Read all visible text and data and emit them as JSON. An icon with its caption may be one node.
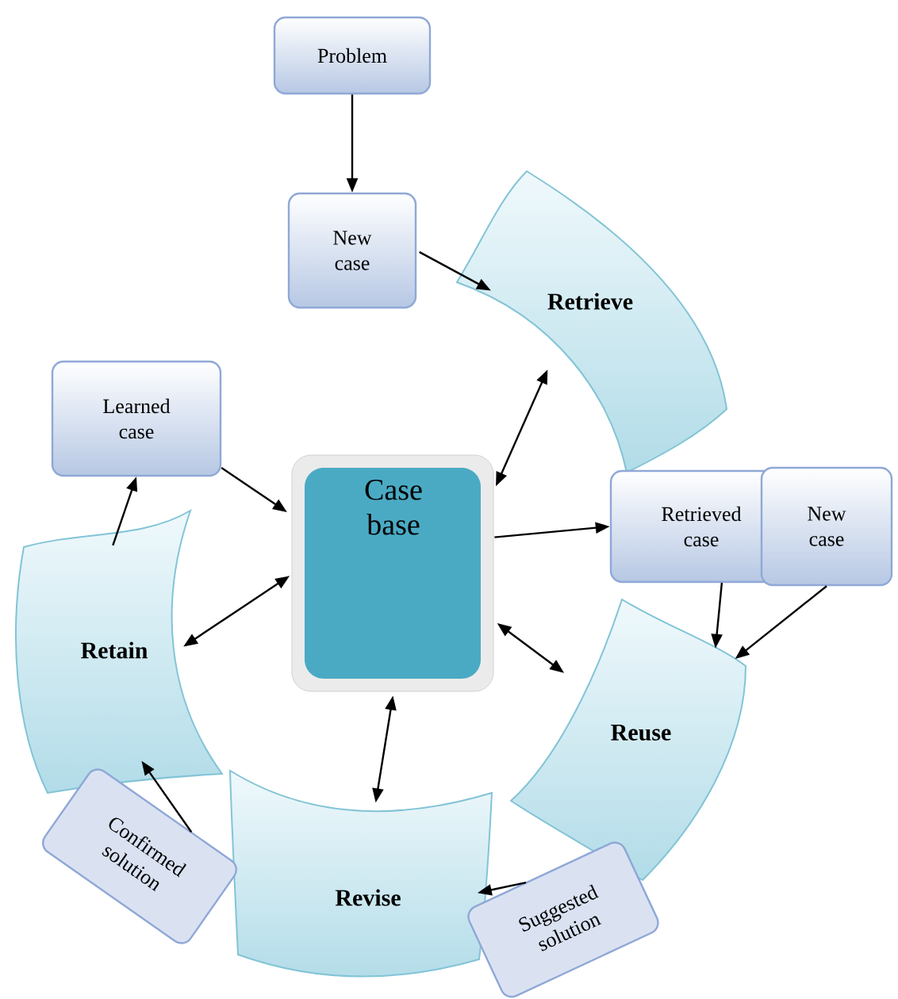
{
  "diagram": {
    "nodes": [
      {
        "text": [
          "Problem"
        ]
      },
      {
        "text": [
          "New case"
        ]
      },
      {
        "text": [
          "Retrieve"
        ]
      },
      {
        "text": [
          "Learned case"
        ]
      },
      {
        "text": [
          "Case base"
        ]
      },
      {
        "text": [
          "Retrieved case"
        ]
      },
      {
        "text": [
          "New case"
        ]
      },
      {
        "text": [
          "Retain"
        ]
      },
      {
        "text": [
          "Reuse"
        ]
      },
      {
        "text": [
          "Revise"
        ]
      },
      {
        "text": [
          "Confirmed solution"
        ]
      },
      {
        "text": [
          "Suggested solution"
        ]
      }
    ],
    "edges": [
      {
        "from": 0,
        "to": 1,
        "arrow": "to"
      },
      {
        "from": 1,
        "to": 2,
        "arrow": "to"
      },
      {
        "from": 4,
        "to": 2,
        "arrow": "both"
      },
      {
        "from": 4,
        "to": 5,
        "arrow": "to"
      },
      {
        "from": 5,
        "to": 8,
        "arrow": "to"
      },
      {
        "from": 6,
        "to": 8,
        "arrow": "to"
      },
      {
        "from": 4,
        "to": 8,
        "arrow": "both"
      },
      {
        "from": 4,
        "to": 9,
        "arrow": "both"
      },
      {
        "from": 11,
        "to": 9,
        "arrow": "to"
      },
      {
        "from": 10,
        "to": 7,
        "arrow": "to"
      },
      {
        "from": 4,
        "to": 7,
        "arrow": "both"
      },
      {
        "from": 7,
        "to": 3,
        "arrow": "to"
      },
      {
        "from": 3,
        "to": 4,
        "arrow": "to"
      }
    ]
  }
}
